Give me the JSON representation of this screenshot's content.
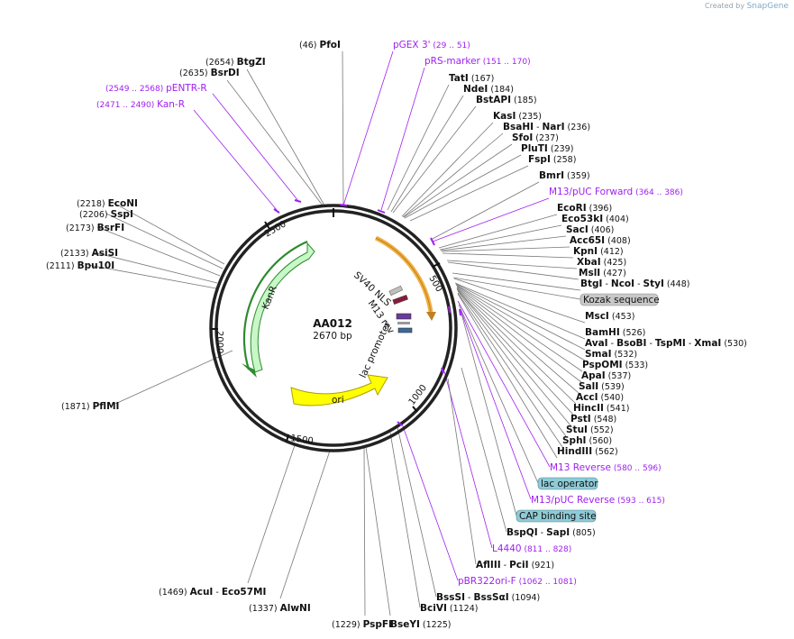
{
  "credit": {
    "prefix": "Created by",
    "brand": "SnapGene"
  },
  "plasmid": {
    "name": "AA012",
    "size": "2670 bp"
  },
  "ticks": [
    "500",
    "1000",
    "1500",
    "2000",
    "2500"
  ],
  "features": {
    "kanr": "KanR",
    "ori": "ori",
    "sv40": "SV40 NLS",
    "m13rev": "M13 rev",
    "lacpromoter": "lac promoter"
  },
  "colors": {
    "kanr": "#c8f7c8",
    "kanr_edge": "#2e8b2e",
    "ori": "#ffff00",
    "ori_edge": "#b0a000",
    "orange": "#f0b040",
    "primer": "#a020f0",
    "box_gray": "#c8c8c8",
    "box_teal": "#8ecbd6"
  },
  "labels": {
    "pfoi": {
      "name": "PfoI",
      "pos": "(46)"
    },
    "btgzi": {
      "name": "BtgZI",
      "pos": "(2654)"
    },
    "bsrdi": {
      "name": "BsrDI",
      "pos": "(2635)"
    },
    "pentr": {
      "name": "pENTR-R",
      "range": "(2549 .. 2568)"
    },
    "kanr_p": {
      "name": "Kan-R",
      "range": "(2471 .. 2490)"
    },
    "pgex": {
      "name": "pGEX 3'",
      "range": "(29 .. 51)"
    },
    "prs": {
      "name": "pRS-marker",
      "range": "(151 .. 170)"
    },
    "tati": {
      "name": "TatI",
      "pos": "(167)"
    },
    "ndei": {
      "name": "NdeI",
      "pos": "(184)"
    },
    "bstapi": {
      "name": "BstAPI",
      "pos": "(185)"
    },
    "kasi": {
      "name": "KasI",
      "pos": "(235)"
    },
    "bsahi": {
      "name": "BsaHI",
      "sep": "-",
      "name2": "NarI",
      "pos": "(236)"
    },
    "sfoi": {
      "name": "SfoI",
      "pos": "(237)"
    },
    "pluti": {
      "name": "PluTI",
      "pos": "(239)"
    },
    "fspi": {
      "name": "FspI",
      "pos": "(258)"
    },
    "bmri": {
      "name": "BmrI",
      "pos": "(359)"
    },
    "m13puc_f": {
      "name": "M13/pUC Forward",
      "range": "(364 .. 386)"
    },
    "ecori": {
      "name": "EcoRI",
      "pos": "(396)"
    },
    "eco53ki": {
      "name": "Eco53kI",
      "pos": "(404)"
    },
    "saci": {
      "name": "SacI",
      "pos": "(406)"
    },
    "acc65i": {
      "name": "Acc65I",
      "pos": "(408)"
    },
    "kpni": {
      "name": "KpnI",
      "pos": "(412)"
    },
    "xbai": {
      "name": "XbaI",
      "pos": "(425)"
    },
    "msli": {
      "name": "MslI",
      "pos": "(427)"
    },
    "btgi": {
      "name": "BtgI",
      "sep": "-",
      "name2": "NcoI",
      "sep2": "-",
      "name3": "StyI",
      "pos": "(448)"
    },
    "kozak": {
      "name": "Kozak sequence"
    },
    "msci": {
      "name": "MscI",
      "pos": "(453)"
    },
    "bamhi": {
      "name": "BamHI",
      "pos": "(526)"
    },
    "avai": {
      "name": "AvaI",
      "sep": "-",
      "name2": "BsoBI",
      "sep2": "-",
      "name3": "TspMI",
      "sep3": "-",
      "name4": "XmaI",
      "pos": "(530)"
    },
    "smai": {
      "name": "SmaI",
      "pos": "(532)"
    },
    "pspomi": {
      "name": "PspOMI",
      "pos": "(533)"
    },
    "apai": {
      "name": "ApaI",
      "pos": "(537)"
    },
    "sali": {
      "name": "SalI",
      "pos": "(539)"
    },
    "acci": {
      "name": "AccI",
      "pos": "(540)"
    },
    "hincii": {
      "name": "HincII",
      "pos": "(541)"
    },
    "psti": {
      "name": "PstI",
      "pos": "(548)"
    },
    "stui": {
      "name": "StuI",
      "pos": "(552)"
    },
    "sphi": {
      "name": "SphI",
      "pos": "(560)"
    },
    "hindiii": {
      "name": "HindIII",
      "pos": "(562)"
    },
    "m13rev_p": {
      "name": "M13 Reverse",
      "range": "(580 .. 596)"
    },
    "lacop": {
      "name": "lac operator"
    },
    "m13puc_r": {
      "name": "M13/pUC Reverse",
      "range": "(593 .. 615)"
    },
    "cap": {
      "name": "CAP binding site"
    },
    "bspqi": {
      "name": "BspQI",
      "sep": "-",
      "name2": "SapI",
      "pos": "(805)"
    },
    "l4440": {
      "name": "L4440",
      "range": "(811 .. 828)"
    },
    "afliii": {
      "name": "AflIII",
      "sep": "-",
      "name2": "PciI",
      "pos": "(921)"
    },
    "pbr322": {
      "name": "pBR322ori-F",
      "range": "(1062 .. 1081)"
    },
    "bsssi": {
      "name": "BssSI",
      "sep": "-",
      "name2": "BssSαI",
      "pos": "(1094)"
    },
    "bcivi": {
      "name": "BciVI",
      "pos": "(1124)"
    },
    "bseyi": {
      "name": "BseYI",
      "pos": "(1225)"
    },
    "pspfi": {
      "name": "PspFI",
      "pos": "(1229)"
    },
    "alwni": {
      "name": "AlwNI",
      "pos": "(1337)"
    },
    "acui": {
      "name": "AcuI",
      "sep": "-",
      "name2": "Eco57MI",
      "pos": "(1469)"
    },
    "pflmi": {
      "name": "PflMI",
      "pos": "(1871)"
    },
    "bpu10i": {
      "name": "Bpu10I",
      "pos": "(2111)"
    },
    "asisi": {
      "name": "AsiSI",
      "pos": "(2133)"
    },
    "bsrfi": {
      "name": "BsrFI",
      "pos": "(2173)"
    },
    "sspi": {
      "name": "SspI",
      "pos": "(2206)"
    },
    "econi": {
      "name": "EcoNI",
      "pos": "(2218)"
    }
  }
}
